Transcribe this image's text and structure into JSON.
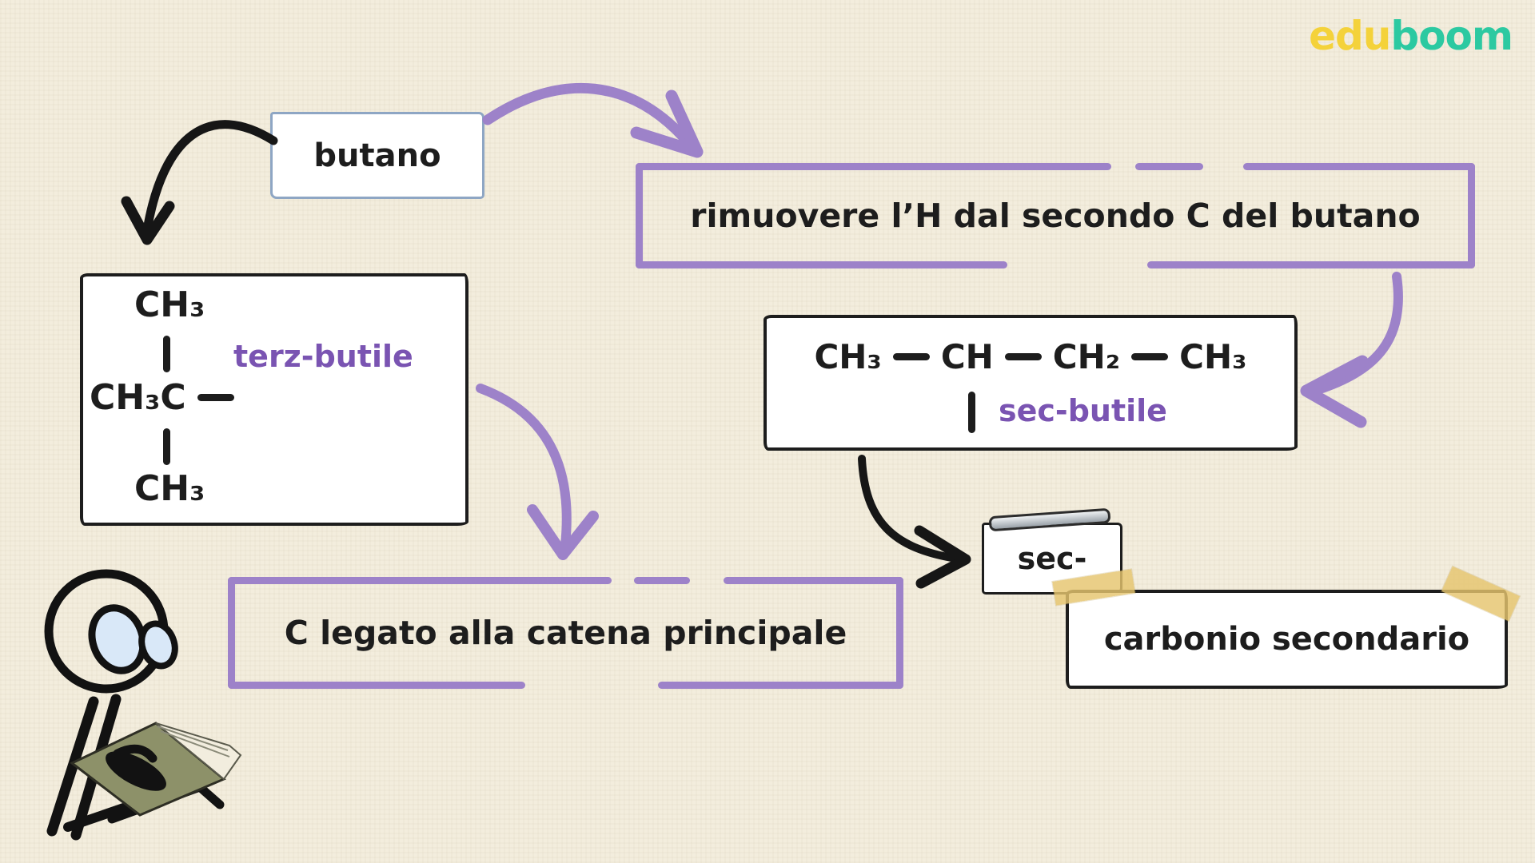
{
  "logo": {
    "edu": "edu",
    "boom": "boom"
  },
  "boxes": {
    "butano": {
      "label": "butano"
    },
    "rule_sec": {
      "label": "rimuovere l’H dal secondo C del butano"
    },
    "terz_structure": {
      "ch3_top": "CH₃",
      "ch3c": "CH₃C",
      "name": "terz-butile",
      "ch3_bottom": "CH₃"
    },
    "sec_structure": {
      "g1": "CH₃",
      "g2": "CH",
      "g3": "CH₂",
      "g4": "CH₃",
      "name": "sec-butile"
    },
    "rule_terz": {
      "label": "C legato alla catena principale"
    },
    "sec_prefix": {
      "label": "sec-"
    },
    "carbonio": {
      "label": "carbonio secondario"
    }
  },
  "colors": {
    "background": "#f3eddd",
    "purple_frame": "#9d82c9",
    "purple_text": "#7a54b2",
    "ink_black": "#1d1d1d",
    "butano_border": "#8ea6c4",
    "tape_yellow": "#e5c46e",
    "logo_yellow": "#f4d23a",
    "logo_teal": "#2cc9a1",
    "book_olive": "#8d9169",
    "glasses_blue": "#d9e8f8"
  },
  "decorations": {
    "pin": "paper-clip",
    "tape": "adhesive-tape",
    "doodle": "person-reading-book"
  }
}
